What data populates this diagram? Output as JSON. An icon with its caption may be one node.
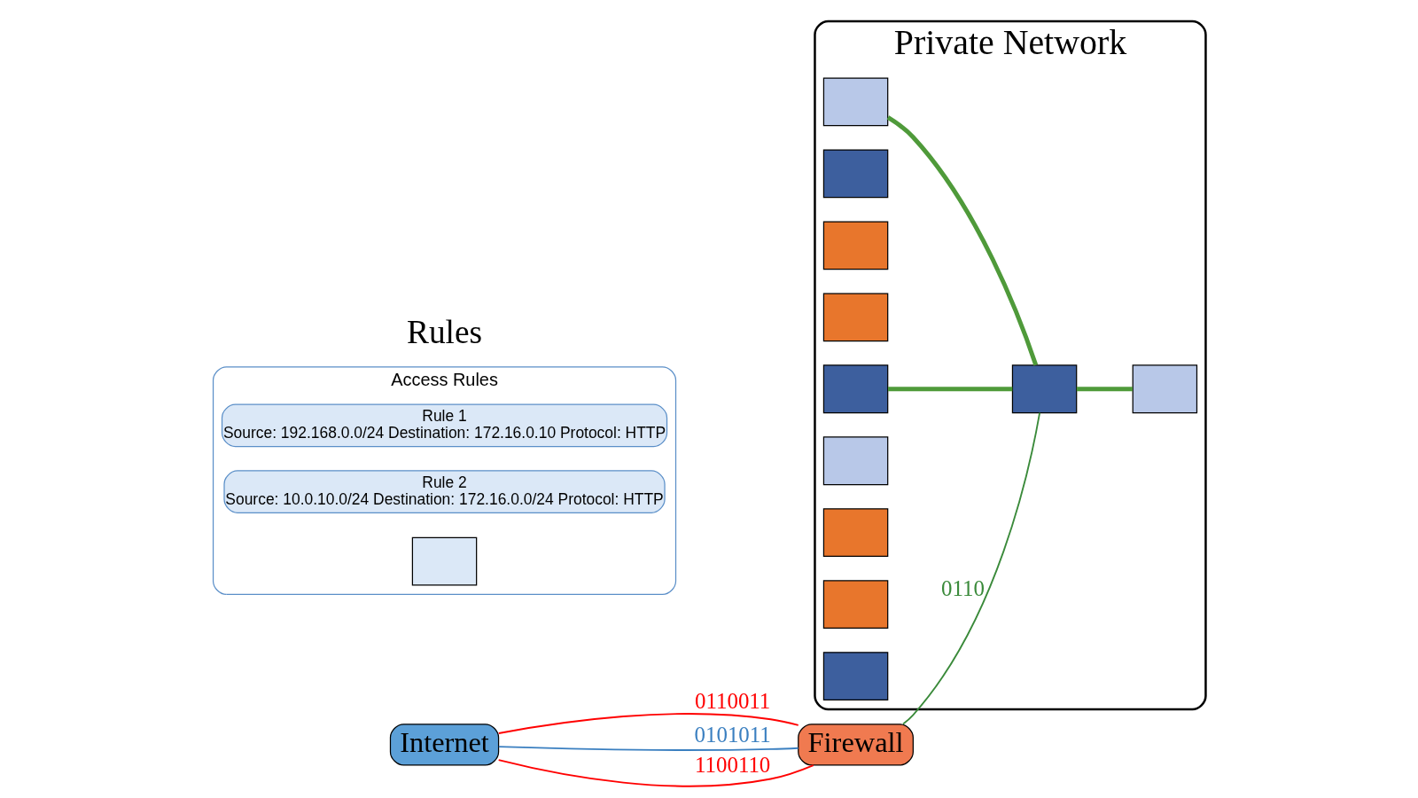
{
  "diagram": {
    "nodes": [
      {
        "text": [
          "Private Network"
        ]
      },
      {
        "text": [],
        "shape": "box",
        "in": 0
      },
      {
        "text": [],
        "shape": "box",
        "in": 0
      },
      {
        "text": [],
        "shape": "box",
        "in": 0
      },
      {
        "text": [],
        "shape": "box",
        "in": 0
      },
      {
        "text": [],
        "shape": "box",
        "in": 0
      },
      {
        "text": [],
        "shape": "box",
        "in": 0
      },
      {
        "text": [],
        "shape": "box",
        "in": 0
      },
      {
        "text": [],
        "shape": "box",
        "in": 0
      },
      {
        "text": [],
        "shape": "box",
        "in": 0
      },
      {
        "text": [],
        "shape": "box",
        "in": 0
      },
      {
        "text": [],
        "shape": "box",
        "in": 0
      },
      {
        "text": [
          "Firewall"
        ]
      },
      {
        "text": [
          "Internet"
        ]
      },
      {
        "text": [
          "Access Rules"
        ]
      },
      {
        "text": [
          "Rule 1",
          "Source: 192.168.0.0/24 Destination: 172.16.0.10 Protocol: HTTP"
        ],
        "in": 14
      },
      {
        "text": [
          "Rule 2",
          "Source: 10.0.10.0/24 Destination: 172.16.0.0/24 Protocol: HTTP"
        ],
        "in": 14
      },
      {
        "text": [],
        "shape": "box",
        "in": 14
      }
    ],
    "edges": [
      {
        "from": 2,
        "to": 1,
        "arrow": "none",
        "color": "#4f9a3a",
        "style": "thick"
      },
      {
        "from": 6,
        "to": 1,
        "arrow": "none",
        "color": "#4f9a3a",
        "style": "thick"
      },
      {
        "from": 1,
        "to": 11,
        "arrow": "none",
        "color": "#4f9a3a",
        "style": "thick"
      },
      {
        "from": 13,
        "to": 12,
        "arrow": "none",
        "label": "0110011",
        "color": "#ff0000"
      },
      {
        "from": 13,
        "to": 12,
        "arrow": "none",
        "label": "0101011",
        "color": "#3a7fc0"
      },
      {
        "from": 13,
        "to": 12,
        "arrow": "none",
        "label": "1100110",
        "color": "#ff0000"
      },
      {
        "from": 12,
        "to": 1,
        "arrow": "none",
        "label": "0110",
        "color": "#3a8a3a"
      }
    ],
    "labels": [
      "Rules"
    ]
  }
}
